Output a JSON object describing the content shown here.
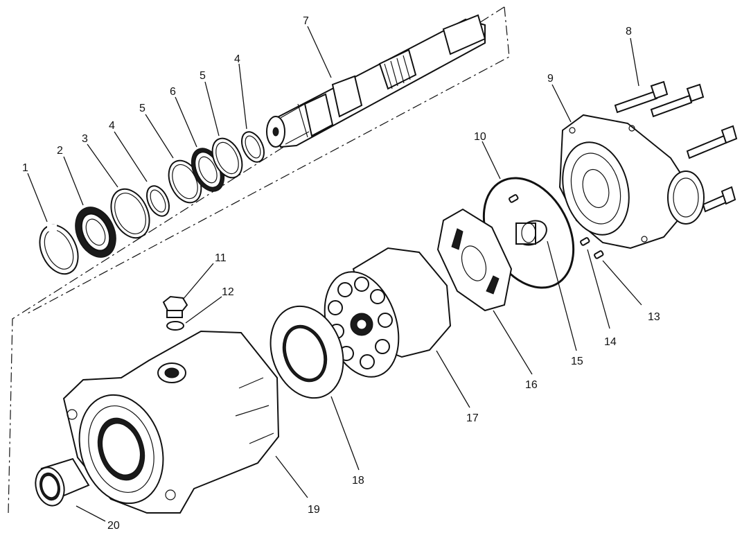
{
  "diagram": {
    "callouts": [
      {
        "id": "c1",
        "text": "1"
      },
      {
        "id": "c2",
        "text": "2"
      },
      {
        "id": "c3",
        "text": "3"
      },
      {
        "id": "c4a",
        "text": "4"
      },
      {
        "id": "c5a",
        "text": "5"
      },
      {
        "id": "c6",
        "text": "6"
      },
      {
        "id": "c5b",
        "text": "5"
      },
      {
        "id": "c4b",
        "text": "4"
      },
      {
        "id": "c7",
        "text": "7"
      },
      {
        "id": "c8",
        "text": "8"
      },
      {
        "id": "c9",
        "text": "9"
      },
      {
        "id": "c10",
        "text": "10"
      },
      {
        "id": "c11",
        "text": "11"
      },
      {
        "id": "c12",
        "text": "12"
      },
      {
        "id": "c13",
        "text": "13"
      },
      {
        "id": "c14",
        "text": "14"
      },
      {
        "id": "c15",
        "text": "15"
      },
      {
        "id": "c16",
        "text": "16"
      },
      {
        "id": "c17",
        "text": "17"
      },
      {
        "id": "c18",
        "text": "18"
      },
      {
        "id": "c19",
        "text": "19"
      },
      {
        "id": "c20",
        "text": "20"
      }
    ]
  }
}
